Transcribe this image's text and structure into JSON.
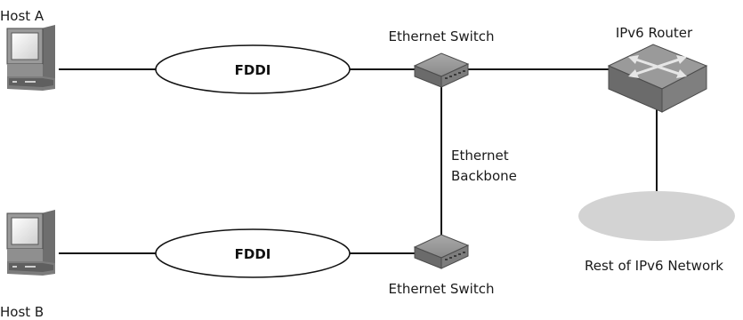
{
  "hosts": [
    {
      "label": "Host A"
    },
    {
      "label": "Host B"
    }
  ],
  "segments": [
    {
      "label": "FDDI"
    },
    {
      "label": "FDDI"
    }
  ],
  "switches": [
    {
      "label": "Ethernet Switch"
    },
    {
      "label": "Ethernet Switch"
    }
  ],
  "backbone": {
    "line1": "Ethernet",
    "line2": "Backbone"
  },
  "router": {
    "label": "IPv6 Router"
  },
  "network": {
    "label": "Rest of IPv6 Network"
  },
  "colors": {
    "line": "#111111",
    "device_gray": "#8c8c8c",
    "device_dark": "#5a5a5a",
    "network_fill": "#d3d3d3"
  },
  "icons": {
    "host": "desktop-computer-icon",
    "switch": "ethernet-switch-icon",
    "router": "router-icon"
  }
}
